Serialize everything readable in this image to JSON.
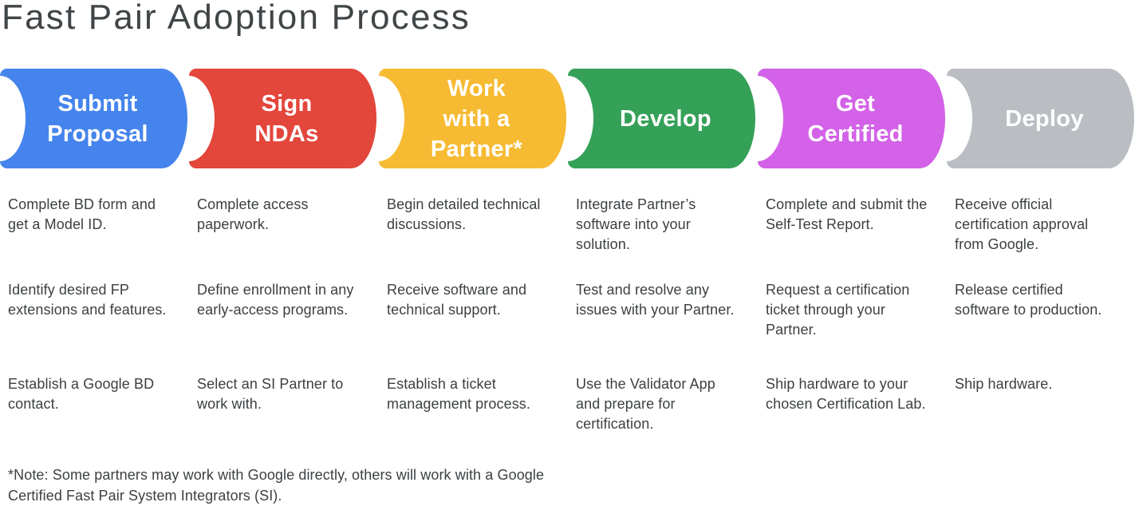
{
  "title": "Fast Pair Adoption Process",
  "footnote": "*Note: Some partners may work with Google directly, others will work with a Google Certified Fast Pair System Integrators (SI).",
  "text_color": "#3C4043",
  "steps": [
    {
      "id": "submit-proposal",
      "label": "Submit\nProposal",
      "color": "#4584EC",
      "notes": [
        "Complete BD form and get a Model ID.",
        "Identify desired FP extensions and features.",
        "Establish a Google BD contact."
      ]
    },
    {
      "id": "sign-ndas",
      "label": "Sign\nNDAs",
      "color": "#E3463B",
      "notes": [
        "Complete access paperwork.",
        "Define enrollment in any early-access programs.",
        "Select an SI Partner to work with."
      ]
    },
    {
      "id": "work-with-a-partner",
      "label": "Work\nwith a\nPartner*",
      "color": "#F6BB33",
      "notes": [
        "Begin detailed technical discussions.",
        "Receive software and technical support.",
        "Establish a ticket management process."
      ]
    },
    {
      "id": "develop",
      "label": "Develop",
      "color": "#35A158",
      "notes": [
        "Integrate Partner’s software into your solution.",
        "Test and resolve any issues with your Partner.",
        "Use the Validator App and prepare for certification."
      ]
    },
    {
      "id": "get-certified",
      "label": "Get\nCertified",
      "color": "#D362E8",
      "notes": [
        "Complete and submit the Self-Test Report.",
        "Request a certification ticket through your Partner.",
        "Ship hardware to your chosen Certification Lab."
      ]
    },
    {
      "id": "deploy",
      "label": "Deploy",
      "color": "#BABEC3",
      "notes": [
        "Receive official certification approval from Google.",
        "Release certified software to production.",
        "Ship hardware."
      ]
    }
  ]
}
